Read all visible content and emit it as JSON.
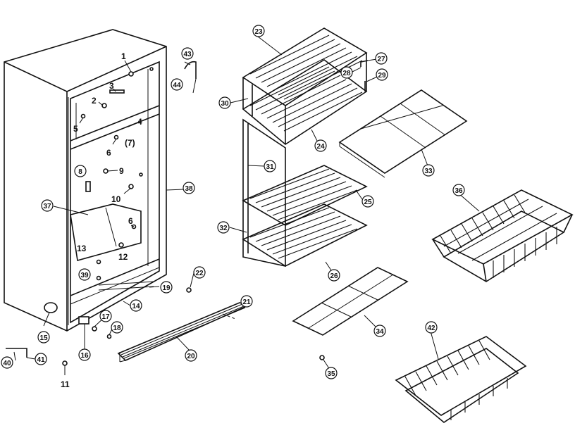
{
  "diagram": {
    "plain_labels": [
      "1",
      "2",
      "3",
      "4",
      "5",
      "6",
      "6",
      "9",
      "10",
      "11",
      "12",
      "13"
    ],
    "circled_labels": [
      "7",
      "8",
      "14",
      "15",
      "16",
      "17",
      "18",
      "19",
      "20",
      "21",
      "22",
      "23",
      "24",
      "25",
      "26",
      "27",
      "28",
      "29",
      "30",
      "31",
      "32",
      "33",
      "34",
      "35",
      "36",
      "37",
      "38",
      "39",
      "40",
      "41",
      "42",
      "43",
      "44"
    ],
    "label_7_text": "(7)"
  }
}
